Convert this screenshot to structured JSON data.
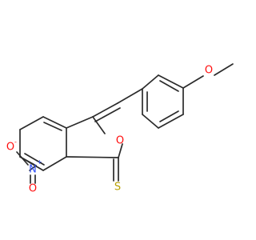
{
  "molecule": {
    "colors": {
      "bond": "#2b2b2b",
      "oxygen": "#ff0d0d",
      "nitrogen": "#3050f8",
      "sulfur": "#b8a000"
    },
    "atom_labels": {
      "methoxy_oxygen": "O",
      "ring_oxygen": "O",
      "thione_sulfur": "S",
      "nitro_nitrogen": "N",
      "nitro_nitrogen_charge": "+",
      "nitro_oxygen_minus": "O",
      "nitro_oxygen_minus_charge": "-",
      "nitro_oxygen_double": "O"
    }
  }
}
